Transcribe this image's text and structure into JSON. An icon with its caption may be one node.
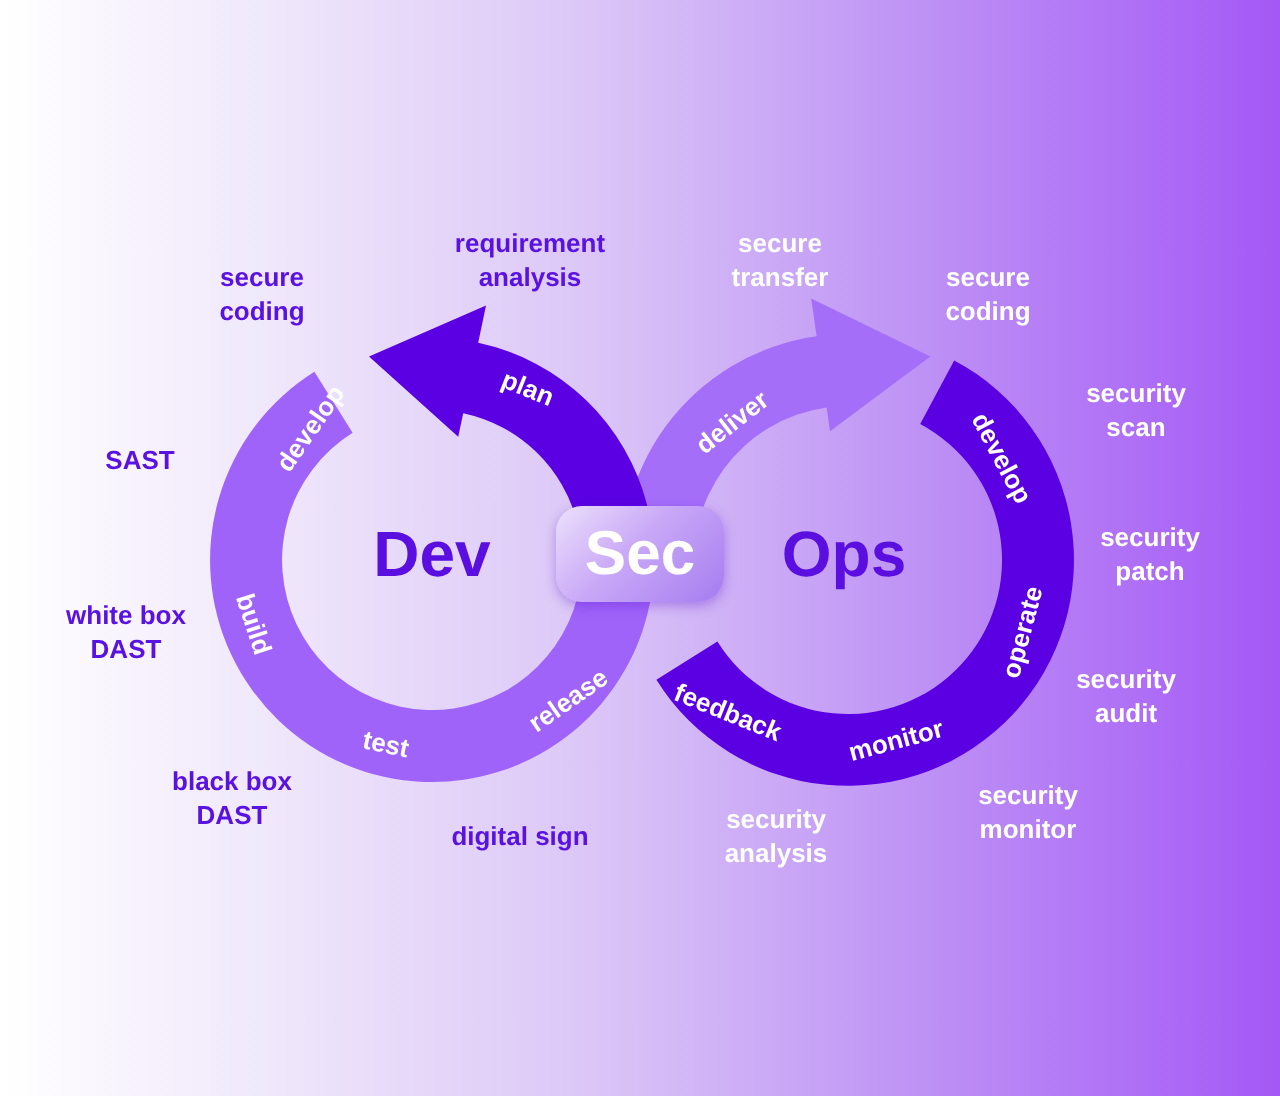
{
  "diagram": {
    "nodes": [
      {
        "text": [
          "Sec"
        ]
      }
    ],
    "labels": [
      "requirement analysis",
      "secure transfer",
      "secure coding",
      "secure coding",
      "plan",
      "deliver",
      "security scan",
      "develop",
      "develop",
      "SAST",
      "Dev",
      "Ops",
      "security patch",
      "white box DAST",
      "build",
      "operate",
      "release",
      "feedback",
      "security audit",
      "test",
      "monitor",
      "black box DAST",
      "digital sign",
      "security analysis",
      "security monitor"
    ]
  }
}
